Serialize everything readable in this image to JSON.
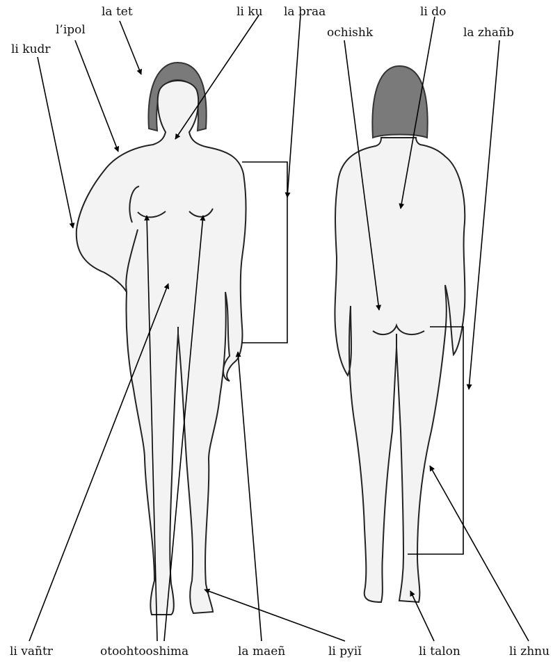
{
  "labels": {
    "la_tet": "la tet",
    "li_ku": "li ku",
    "la_braa": "la braa",
    "ochishk": "ochishk",
    "li_do": "li do",
    "la_zhamb": "la zhañb",
    "lipol": "l’ipol",
    "li_kudr": "li kudr",
    "li_vantr": "li vañtr",
    "otoohtooshima": "otoohtooshima",
    "la_maen": "la maeñ",
    "li_pyi": "li pyiĭ",
    "li_talon": "li talon",
    "li_zhnu": "li zhnu"
  },
  "colors": {
    "hair": "#7a7a7a",
    "skin": "#f3f3f3",
    "outline": "#222222",
    "pointer": "#000000"
  }
}
